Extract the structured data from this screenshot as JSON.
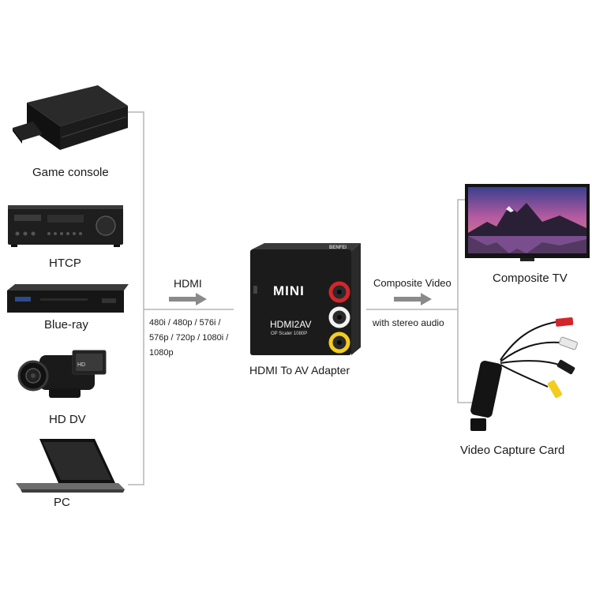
{
  "sources": {
    "game_console": "Game console",
    "htcp": "HTCP",
    "blueray": "Blue-ray",
    "hddv": "HD DV",
    "pc": "PC"
  },
  "input": {
    "label": "HDMI",
    "resolutions_line1": "480i / 480p / 576i /",
    "resolutions_line2": "576p / 720p / 1080i /",
    "resolutions_line3": "1080p"
  },
  "adapter": {
    "name": "HDMI To AV Adapter",
    "face_logo": "MINI",
    "face_model": "HDMI2AV",
    "face_sub": "OP Scaler 1080P",
    "brand": "BENFEI"
  },
  "output": {
    "label_line1": "Composite Video",
    "label_line2": "with stereo audio"
  },
  "targets": {
    "tv": "Composite TV",
    "capture": "Video Capture Card"
  },
  "colors": {
    "line": "#b5b5b5",
    "arrow": "#8a8a8a",
    "device_dark": "#1c1c1c",
    "rca_red": "#d3262a",
    "rca_white": "#f2f2f2",
    "rca_yellow": "#f3cc1d"
  }
}
